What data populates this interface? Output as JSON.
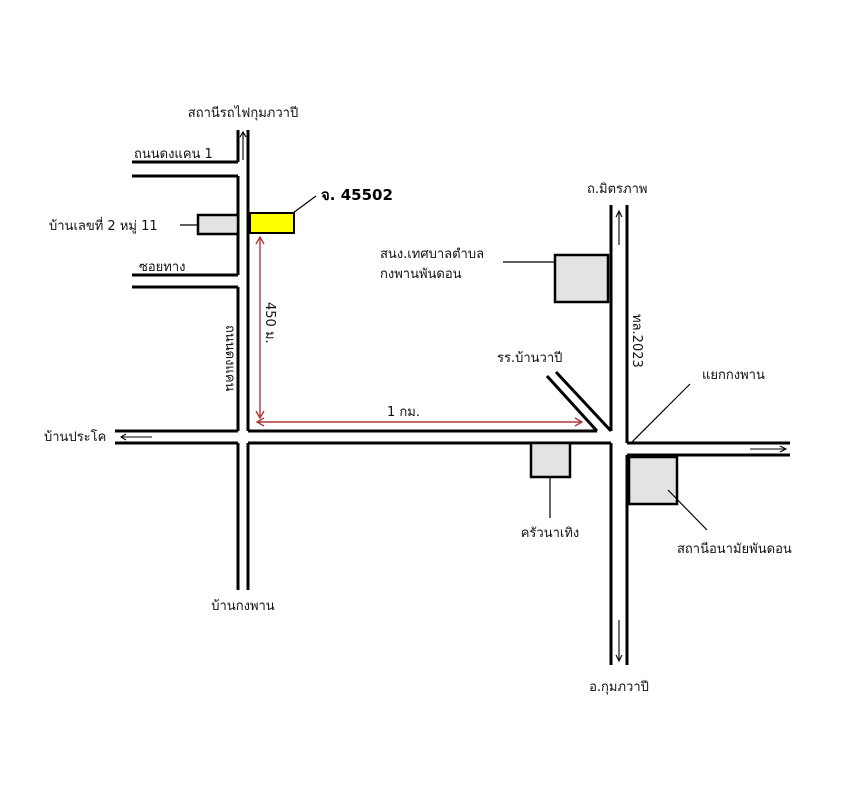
{
  "colors": {
    "road": "#000000",
    "building": "#e3e3e3",
    "target": "#ffff00",
    "dimension": "#b03a3a",
    "text": "#111111"
  },
  "map": {
    "labels": {
      "train_station": "สถานีรถไฟกุมภวาปี",
      "road_dongkan": "ถนนดงแคน 1",
      "house_no": "บ้านเลขที่ 2 หมู่ 11",
      "alley": "ซอยทาง",
      "vertical_road": "ถนนดงแคน",
      "village_prakhon": "บ้านประโค",
      "village_kongphan": "บ้านกงพาน",
      "target": "จ. 45502",
      "distance_vertical": "450 ม.",
      "distance_horizontal": "1 กม.",
      "road_mittraphap": "ถ.มิตรภาพ",
      "municipal_office": [
        "สนง.เทศบาลตำบล",
        "กงพานพันดอน"
      ],
      "highway": "ทล.2023",
      "school": "รร.บ้านวาปี",
      "junction": "แยกกงพาน",
      "restaurant": "ครัวนาเทิง",
      "health_station": "สถานีอนามัยพันดอน",
      "district": "อ.กุมภวาปี"
    }
  }
}
